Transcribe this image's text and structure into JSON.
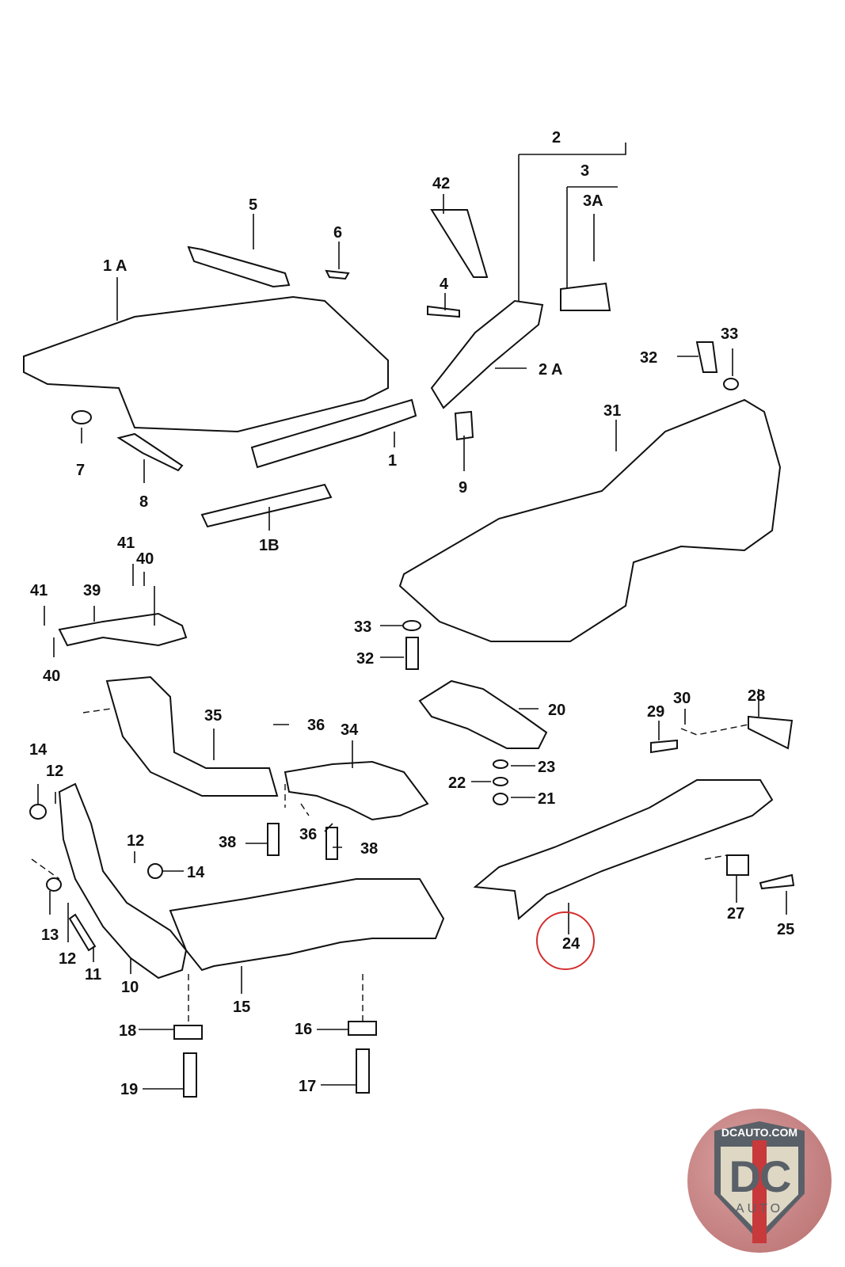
{
  "diagram": {
    "highlight_color": "#d32f2f",
    "highlighted_part": "24",
    "callouts": [
      {
        "id": "c-1A",
        "text": "1 A"
      },
      {
        "id": "c-1",
        "text": "1"
      },
      {
        "id": "c-1B",
        "text": "1B"
      },
      {
        "id": "c-2",
        "text": "2"
      },
      {
        "id": "c-2A",
        "text": "2 A"
      },
      {
        "id": "c-3",
        "text": "3"
      },
      {
        "id": "c-3A",
        "text": "3A"
      },
      {
        "id": "c-4",
        "text": "4"
      },
      {
        "id": "c-5",
        "text": "5"
      },
      {
        "id": "c-6",
        "text": "6"
      },
      {
        "id": "c-7",
        "text": "7"
      },
      {
        "id": "c-8",
        "text": "8"
      },
      {
        "id": "c-9",
        "text": "9"
      },
      {
        "id": "c-10",
        "text": "10"
      },
      {
        "id": "c-11",
        "text": "11"
      },
      {
        "id": "c-12a",
        "text": "12"
      },
      {
        "id": "c-12b",
        "text": "12"
      },
      {
        "id": "c-12c",
        "text": "12"
      },
      {
        "id": "c-13",
        "text": "13"
      },
      {
        "id": "c-14a",
        "text": "14"
      },
      {
        "id": "c-14b",
        "text": "14"
      },
      {
        "id": "c-15",
        "text": "15"
      },
      {
        "id": "c-16",
        "text": "16"
      },
      {
        "id": "c-17",
        "text": "17"
      },
      {
        "id": "c-18",
        "text": "18"
      },
      {
        "id": "c-19",
        "text": "19"
      },
      {
        "id": "c-20",
        "text": "20"
      },
      {
        "id": "c-21",
        "text": "21"
      },
      {
        "id": "c-22",
        "text": "22"
      },
      {
        "id": "c-23",
        "text": "23"
      },
      {
        "id": "c-24",
        "text": "24"
      },
      {
        "id": "c-25",
        "text": "25"
      },
      {
        "id": "c-27",
        "text": "27"
      },
      {
        "id": "c-28",
        "text": "28"
      },
      {
        "id": "c-29",
        "text": "29"
      },
      {
        "id": "c-30",
        "text": "30"
      },
      {
        "id": "c-31",
        "text": "31"
      },
      {
        "id": "c-32a",
        "text": "32"
      },
      {
        "id": "c-32b",
        "text": "32"
      },
      {
        "id": "c-33a",
        "text": "33"
      },
      {
        "id": "c-33b",
        "text": "33"
      },
      {
        "id": "c-34",
        "text": "34"
      },
      {
        "id": "c-35",
        "text": "35"
      },
      {
        "id": "c-36a",
        "text": "36"
      },
      {
        "id": "c-36b",
        "text": "36"
      },
      {
        "id": "c-38a",
        "text": "38"
      },
      {
        "id": "c-38b",
        "text": "38"
      },
      {
        "id": "c-39",
        "text": "39"
      },
      {
        "id": "c-40a",
        "text": "40"
      },
      {
        "id": "c-40b",
        "text": "40"
      },
      {
        "id": "c-41a",
        "text": "41"
      },
      {
        "id": "c-41b",
        "text": "41"
      },
      {
        "id": "c-42",
        "text": "42"
      }
    ]
  },
  "logo": {
    "site": "DCAUTO.COM",
    "mark": "DC",
    "sub": "AUTO"
  }
}
